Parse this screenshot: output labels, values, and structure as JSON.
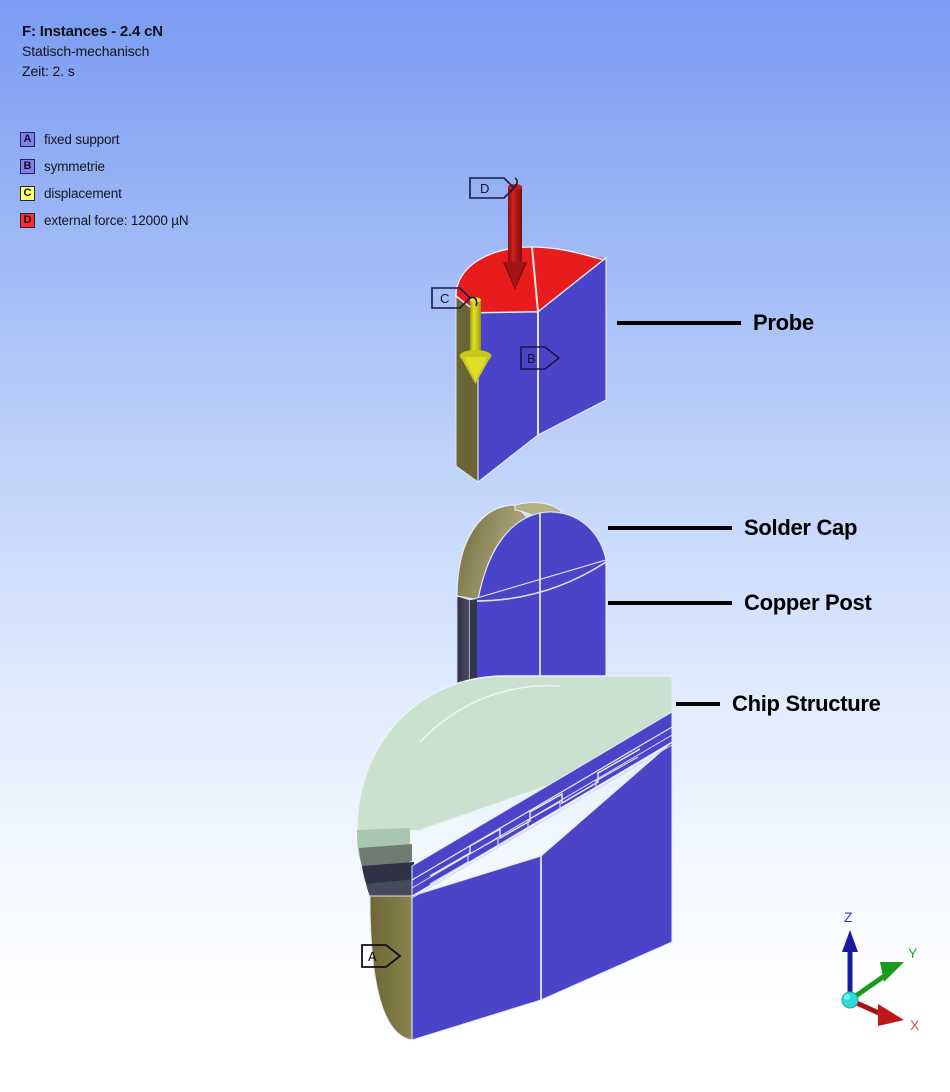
{
  "header": {
    "title": "F: Instances - 2.4 cN",
    "subtitle": "Statisch-mechanisch",
    "timeline": "Zeit: 2. s"
  },
  "legend": {
    "items": [
      {
        "key": "A",
        "label": "fixed support",
        "color": "#8080f0"
      },
      {
        "key": "B",
        "label": "symmetrie",
        "color": "#8080f0"
      },
      {
        "key": "C",
        "label": "displacement",
        "color": "#ffff66"
      },
      {
        "key": "D",
        "label": "external force: 12000 µN",
        "color": "#ff2a2a"
      }
    ]
  },
  "callouts": [
    {
      "label": "Probe"
    },
    {
      "label": "Solder Cap"
    },
    {
      "label": "Copper Post"
    },
    {
      "label": "Chip Structure"
    }
  ],
  "tags": [
    {
      "key": "A",
      "outline": "#101010"
    },
    {
      "key": "B",
      "outline": "#181848"
    },
    {
      "key": "C",
      "outline": "#181848"
    },
    {
      "key": "D",
      "outline": "#181848"
    }
  ],
  "triad": {
    "axes": [
      {
        "label": "Z",
        "color": "#1a1aa0"
      },
      {
        "label": "Y",
        "color": "#1a9a1a"
      },
      {
        "label": "X",
        "color": "#c01818"
      }
    ],
    "origin_color": "#30d8d8"
  },
  "colors": {
    "background_top": "#7b9cf2",
    "background_bottom": "#ffffff",
    "body_blue": "#4a44c8",
    "body_blue_dark": "#3c36b4",
    "load_red": "#e81c1c",
    "displacement_yellow": "#d8d818",
    "force_red": "#b41818",
    "olive_side": "#7a7440",
    "olive_cap": "#8c8656",
    "dark_side": "#383850",
    "chip_top_mint": "#c9e2cf",
    "edge_white": "#f2f2ff"
  }
}
